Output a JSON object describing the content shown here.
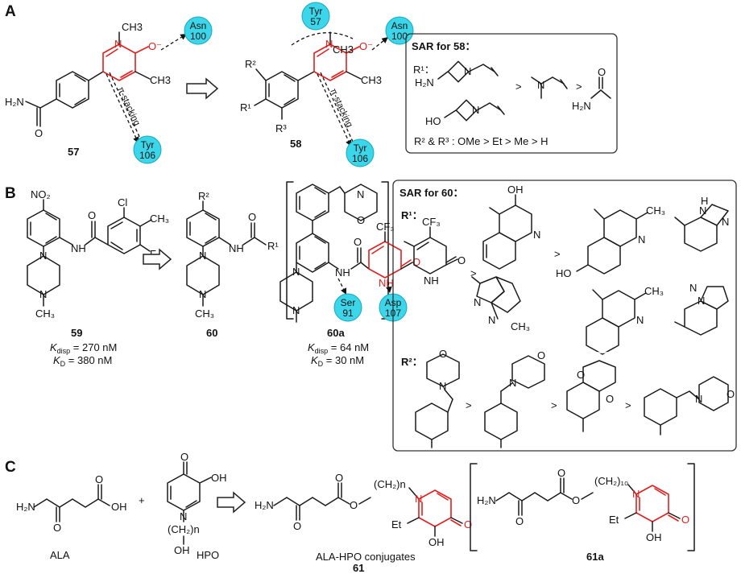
{
  "panels": {
    "A": {
      "label": "A",
      "compound_57": "57",
      "compound_58": "58",
      "residues": [
        {
          "name": "Asn",
          "num": "100"
        },
        {
          "name": "Tyr",
          "num": "106"
        },
        {
          "name": "Tyr",
          "num": "57"
        },
        {
          "name": "Asn",
          "num": "100"
        },
        {
          "name": "Tyr",
          "num": "106"
        }
      ],
      "pi_stacking": "π-stacking",
      "sar": {
        "title": "SAR for 58：",
        "r1": "R¹：",
        "gt": ">",
        "r2r3": "R² & R³ : OMe > Et > Me > H"
      },
      "atoms": {
        "N": "N",
        "CH3": "CH3",
        "O": "O",
        "Ominus": "O⁻",
        "H2N": "H₂N",
        "O2": "O",
        "R1": "R¹",
        "R2": "R²",
        "R3": "R³",
        "H2N_b": "H₂N",
        "HO": "HO",
        "N_b": "N",
        "N_c": "N"
      }
    },
    "B": {
      "label": "B",
      "compound_59": "59",
      "compound_60": "60",
      "compound_60a": "60a",
      "k59_disp": "K",
      "k59_disp_sub": "disp",
      "k59_disp_val": " = 270 nM",
      "k59_d": "K",
      "k59_d_sub": "D",
      "k59_d_val": " = 380 nM",
      "k60a_disp_val": " = 64 nM",
      "k60a_d_val": " = 30 nM",
      "residues": [
        {
          "name": "Ser",
          "num": "91"
        },
        {
          "name": "Asp",
          "num": "107"
        }
      ],
      "sar": {
        "title": "SAR for 60：",
        "r1": "R¹：",
        "r2": "R²：",
        "gt": ">"
      },
      "atoms": {
        "NO2": "NO₂",
        "Cl": "Cl",
        "CH3": "CH₃",
        "F": "F",
        "NH": "NH",
        "O": "O",
        "N": "N",
        "R1": "R¹",
        "R2": "R²",
        "CF3": "CF₃",
        "OH": "OH",
        "HO": "HO",
        "H": "H",
        "NH_b": "N",
        "H_b": "H"
      }
    },
    "C": {
      "label": "C",
      "ala": "ALA",
      "hpo": "HPO",
      "plus": "+",
      "conjugates": "ALA-HPO conjugates",
      "compound_61": "61",
      "compound_61a": "61a",
      "atoms": {
        "H2N": "H₂N",
        "OH": "OH",
        "O": "O",
        "N": "N",
        "CH2n": "(CH₂)n",
        "CH2n_b": "(CH₂)n",
        "CH2_10": "(CH₂)₁₀",
        "Et": "Et"
      }
    }
  }
}
